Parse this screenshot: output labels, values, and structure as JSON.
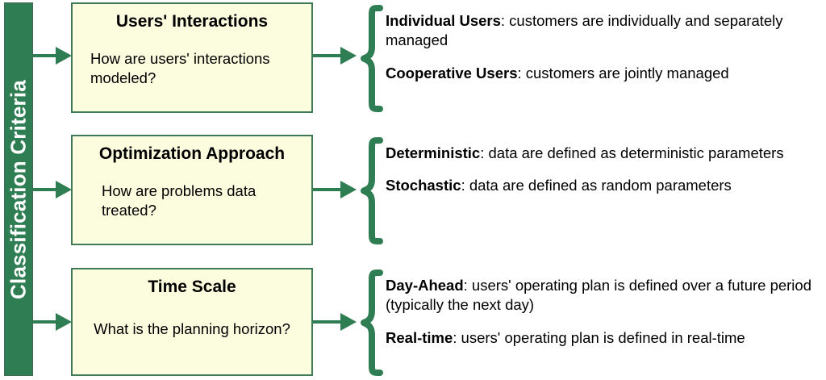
{
  "sidebar": {
    "label": "Classification Criteria",
    "color": "#2F7D52"
  },
  "theme": {
    "green": "#2F7D52",
    "box_fill": "#FCFCDF",
    "box_border": "#3D7A55",
    "text": "#000000"
  },
  "rows": [
    {
      "box": {
        "title": "Users' Interactions",
        "question": "How are users' interactions modeled?"
      },
      "definitions": [
        {
          "term": "Individual Users",
          "desc": ": customers are individually and separately managed"
        },
        {
          "term": "Cooperative Users",
          "desc": ": customers are jointly managed"
        }
      ]
    },
    {
      "box": {
        "title": "Optimization Approach",
        "question": "How are problems data treated?"
      },
      "definitions": [
        {
          "term": "Deterministic",
          "desc": ": data are defined as deterministic parameters"
        },
        {
          "term": "Stochastic",
          "desc": ": data are defined as random parameters"
        }
      ]
    },
    {
      "box": {
        "title": "Time Scale",
        "question": "What is the planning horizon?"
      },
      "definitions": [
        {
          "term": "Day-Ahead",
          "desc": ": users' operating plan is defined over a future period (typically the next day)"
        },
        {
          "term": "Real-time",
          "desc": ": users' operating plan is defined in real-time"
        }
      ]
    }
  ]
}
